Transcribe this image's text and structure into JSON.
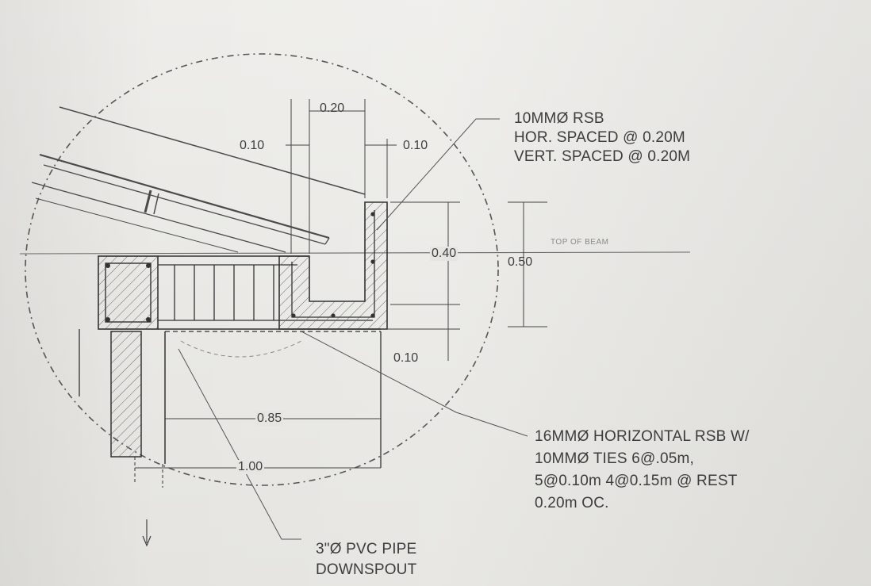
{
  "dimensions": {
    "d020": "0.20",
    "d010_left": "0.10",
    "d010_right": "0.10",
    "d040": "0.40",
    "d050": "0.50",
    "d010_lower": "0.10",
    "d085": "0.85",
    "d100": "1.00"
  },
  "labels": {
    "top_of_beam": "TOP OF BEAM"
  },
  "notes": {
    "gutter_rebar": [
      "10MMØ RSB",
      "HOR. SPACED @ 0.20M",
      "VERT. SPACED @ 0.20M"
    ],
    "beam_rebar": [
      "16MMØ HORIZONTAL RSB W/",
      "10MMØ TIES 6@.05m,",
      "5@0.10m   4@0.15m @ REST",
      "0.20m OC."
    ],
    "downspout": [
      "3\"Ø PVC PIPE",
      "DOWNSPOUT"
    ]
  }
}
